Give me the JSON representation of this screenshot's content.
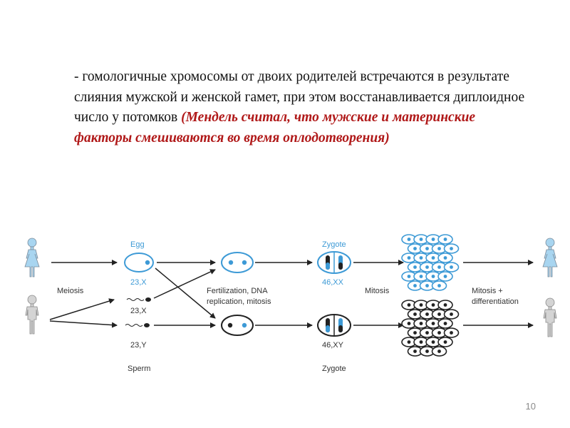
{
  "text": {
    "main": "- гомологичные хромосомы от двоих родителей встречаются в результате слияния мужской и женской гамет, при этом восстанавливается диплоидное число у потомков",
    "highlight": "(Мендель считал, что мужские и материнские факторы смешиваются во время оплодотворения)"
  },
  "diagram": {
    "meiosis": "Meiosis",
    "egg": "Egg",
    "egg_count": "23,X",
    "sperm_x": "23,X",
    "sperm_y": "23,Y",
    "sperm": "Sperm",
    "fertilization_1": "Fertilization, DNA",
    "fertilization_2": "replication, mitosis",
    "zygote_top": "Zygote",
    "zygote_xx": "46,XX",
    "zygote_xy": "46,XY",
    "zygote_bottom": "Zygote",
    "mitosis": "Mitosis",
    "mitosis_diff_1": "Mitosis +",
    "mitosis_diff_2": "differentiation"
  },
  "colors": {
    "accent_blue": "#3d9ad6",
    "highlight_red": "#b01818"
  },
  "slide_number": "10"
}
